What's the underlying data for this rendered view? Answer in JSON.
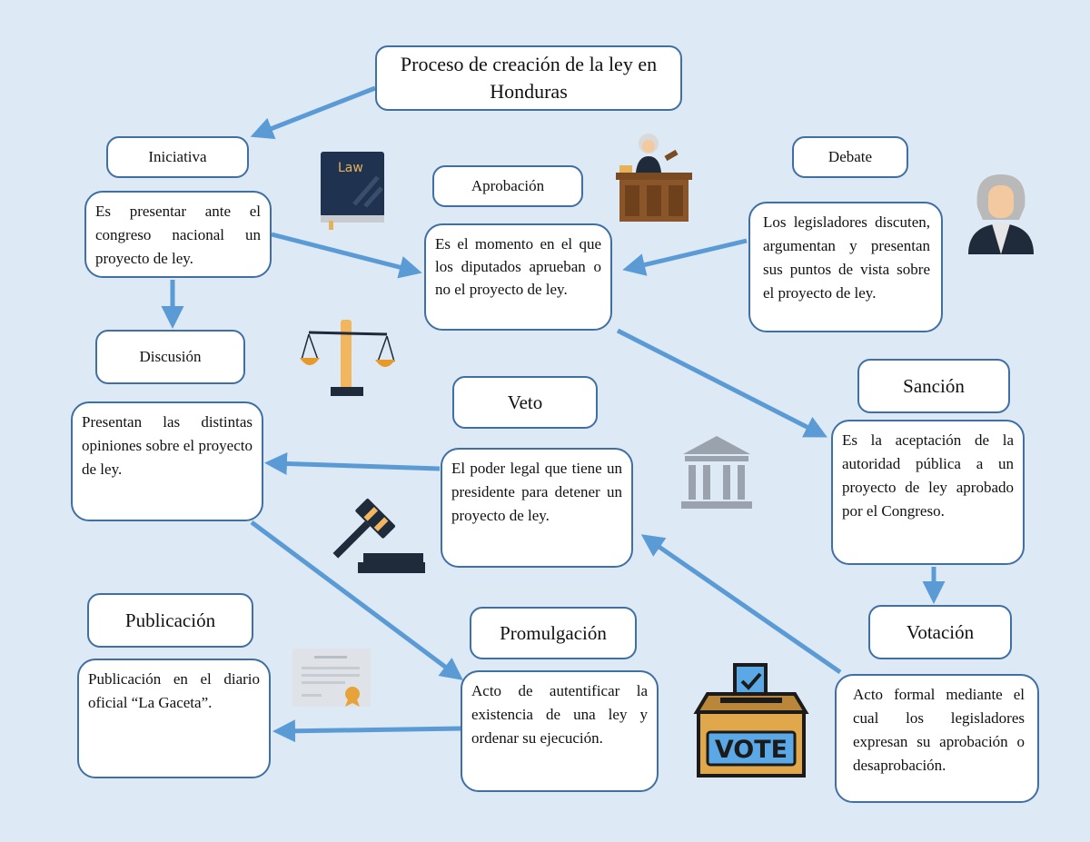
{
  "title": "Proceso de creación de la ley en Honduras",
  "nodes": {
    "iniciativa": {
      "label": "Iniciativa",
      "text": "Es presentar ante el congreso nacional un proyecto de ley."
    },
    "aprobacion": {
      "label": "Aprobación",
      "text": "Es el momento en el que los diputados aprueban o no el proyecto de ley."
    },
    "debate": {
      "label": "Debate",
      "text": "Los legisladores discuten, argumentan y presentan sus puntos de vista sobre el proyecto de ley."
    },
    "discusion": {
      "label": "Discusión",
      "text": "Presentan las distintas opiniones sobre el proyecto de ley."
    },
    "veto": {
      "label": "Veto",
      "text": "El poder legal que tiene un presidente para detener un proyecto de ley."
    },
    "sancion": {
      "label": "Sanción",
      "text": "Es la aceptación de la autoridad pública a un proyecto de ley aprobado por el Congreso."
    },
    "publicacion": {
      "label": "Publicación",
      "text": "Publicación en el diario oficial “La Gaceta”."
    },
    "promulgacion": {
      "label": "Promulgación",
      "text": "Acto de autentificar la existencia de una ley y ordenar su ejecución."
    },
    "votacion": {
      "label": "Votación",
      "text": "Acto formal mediante el cual los legisladores expresan su aprobación o desaprobación."
    }
  },
  "icons": {
    "book_text": "Law",
    "ballot_text": "VOTE"
  },
  "colors": {
    "background": "#dde9f5",
    "border": "#3f6fa3",
    "arrow": "#5b9bd5"
  }
}
